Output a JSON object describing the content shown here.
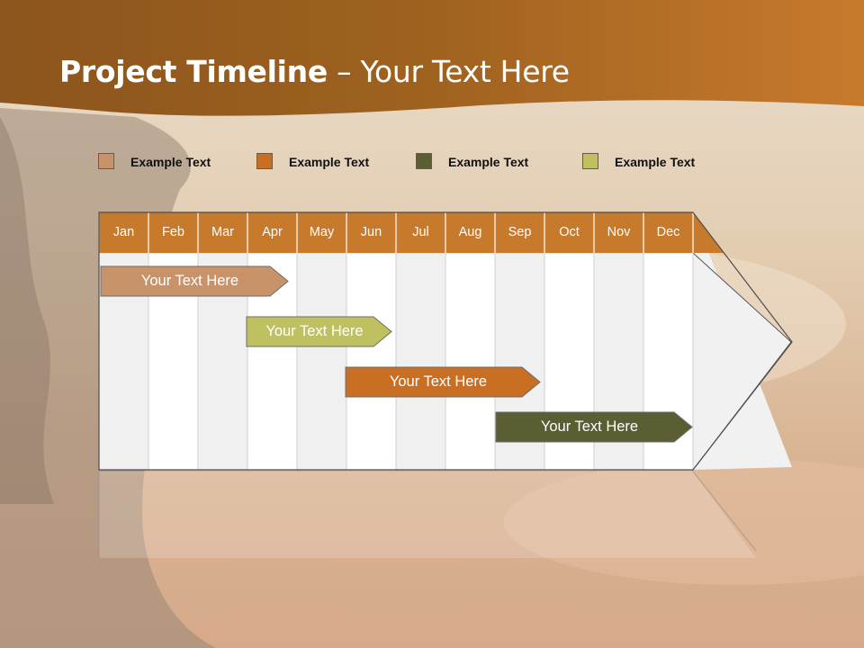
{
  "slide": {
    "title_bold": "Project Timeline",
    "title_rest": " – Your Text Here"
  },
  "legend": [
    {
      "label": "Example Text",
      "color": "#c9936a"
    },
    {
      "label": "Example Text",
      "color": "#c96f23"
    },
    {
      "label": "Example Text",
      "color": "#5b5e32"
    },
    {
      "label": "Example Text",
      "color": "#bfc160"
    }
  ],
  "months": [
    "Jan",
    "Feb",
    "Mar",
    "Apr",
    "May",
    "Jun",
    "Jul",
    "Aug",
    "Sep",
    "Oct",
    "Nov",
    "Dec"
  ],
  "tasks": [
    {
      "label": "Your  Text Here",
      "color": "#c9936a",
      "text_color": "#ffffff"
    },
    {
      "label": "Your  Text Here",
      "color": "#bfc160",
      "text_color": "#ffffff"
    },
    {
      "label": "Your  Text Here",
      "color": "#c96f23",
      "text_color": "#ffffff"
    },
    {
      "label": "Your  Text Here",
      "color": "#5b5e32",
      "text_color": "#ffffff"
    }
  ],
  "colors": {
    "header_brown": "#c77a2c",
    "grid_white": "#ffffff",
    "grid_gray": "#f0f0f0"
  }
}
